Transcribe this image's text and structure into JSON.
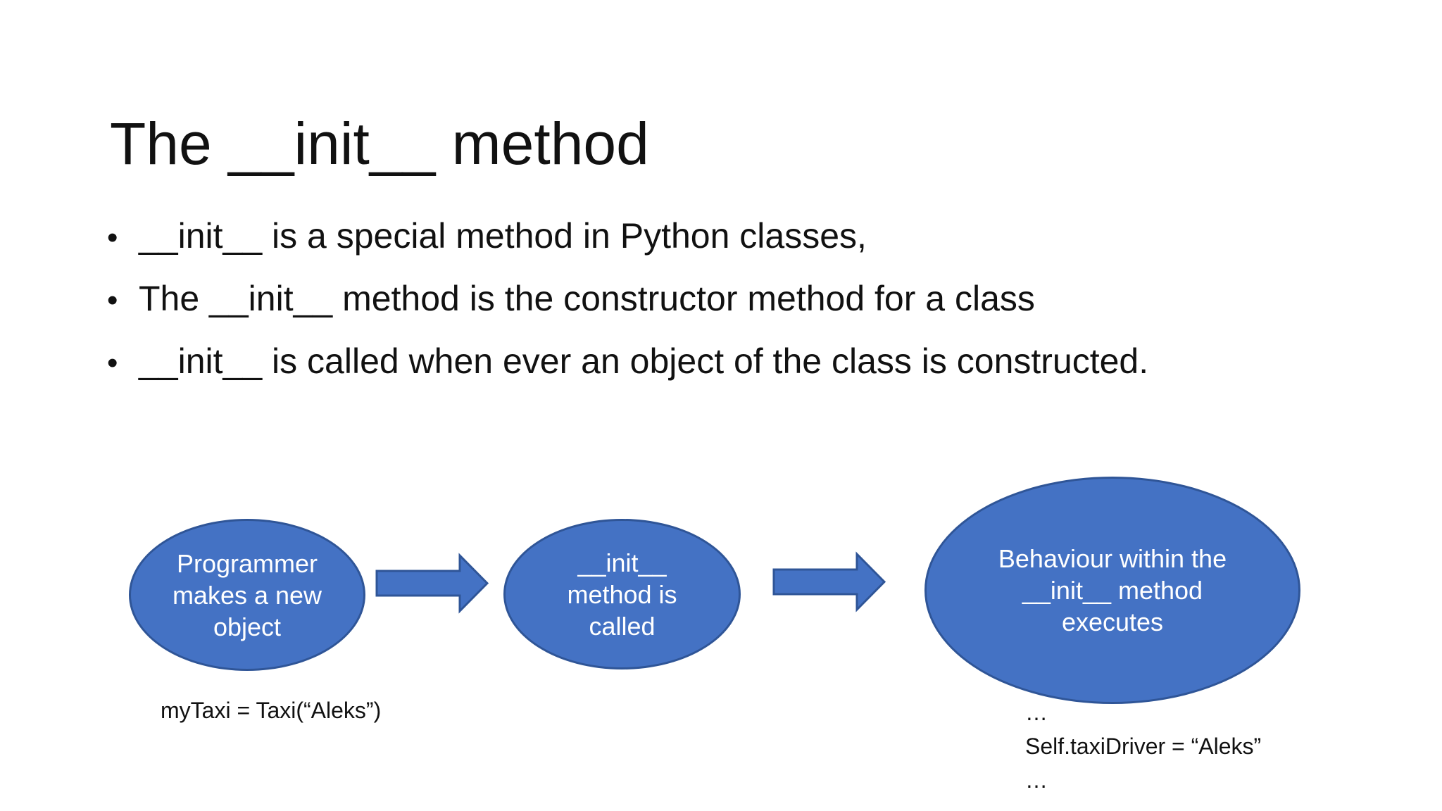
{
  "slide": {
    "title": "The __init__ method",
    "bullet_char": "•",
    "bullets": [
      "__init__ is a special method in Python classes,",
      "The __init__ method is the constructor method for a class",
      "__init__ is called when ever an object of the class is constructed."
    ],
    "diagram": {
      "nodes": [
        {
          "label": "Programmer\nmakes a new\nobject"
        },
        {
          "label": "__init__\nmethod is\ncalled"
        },
        {
          "label": "Behaviour within the\n__init__ method\nexecutes"
        }
      ],
      "arrow_icon": "right-block-arrow"
    },
    "annotations": {
      "left_code": "myTaxi = Taxi(“Aleks”)",
      "right_code": "…\nSelf.taxiDriver = “Aleks”\n…"
    },
    "colors": {
      "background": "#ffffff",
      "text": "#111111",
      "shape_fill": "#4472C4",
      "shape_border": "#2F5597",
      "shape_text": "#ffffff"
    }
  }
}
